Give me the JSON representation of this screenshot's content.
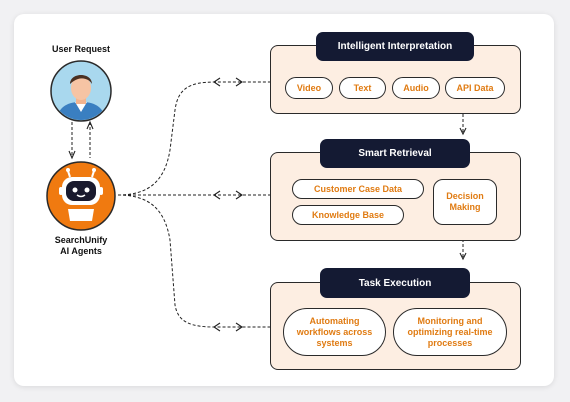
{
  "user": {
    "label": "User Request"
  },
  "agent": {
    "label_line1": "SearchUnify",
    "label_line2": "AI Agents"
  },
  "sections": {
    "interpretation": {
      "title": "Intelligent Interpretation",
      "items": [
        "Video",
        "Text",
        "Audio",
        "API Data"
      ]
    },
    "retrieval": {
      "title": "Smart Retrieval",
      "items": [
        "Customer Case Data",
        "Knowledge Base"
      ],
      "decision": "Decision Making"
    },
    "execution": {
      "title": "Task Execution",
      "items": [
        "Automating workflows across systems",
        "Monitoring and optimizing real-time processes"
      ]
    }
  },
  "colors": {
    "accent": "#e07b12",
    "dark": "#141a33",
    "section_bg": "#fdeee2"
  }
}
